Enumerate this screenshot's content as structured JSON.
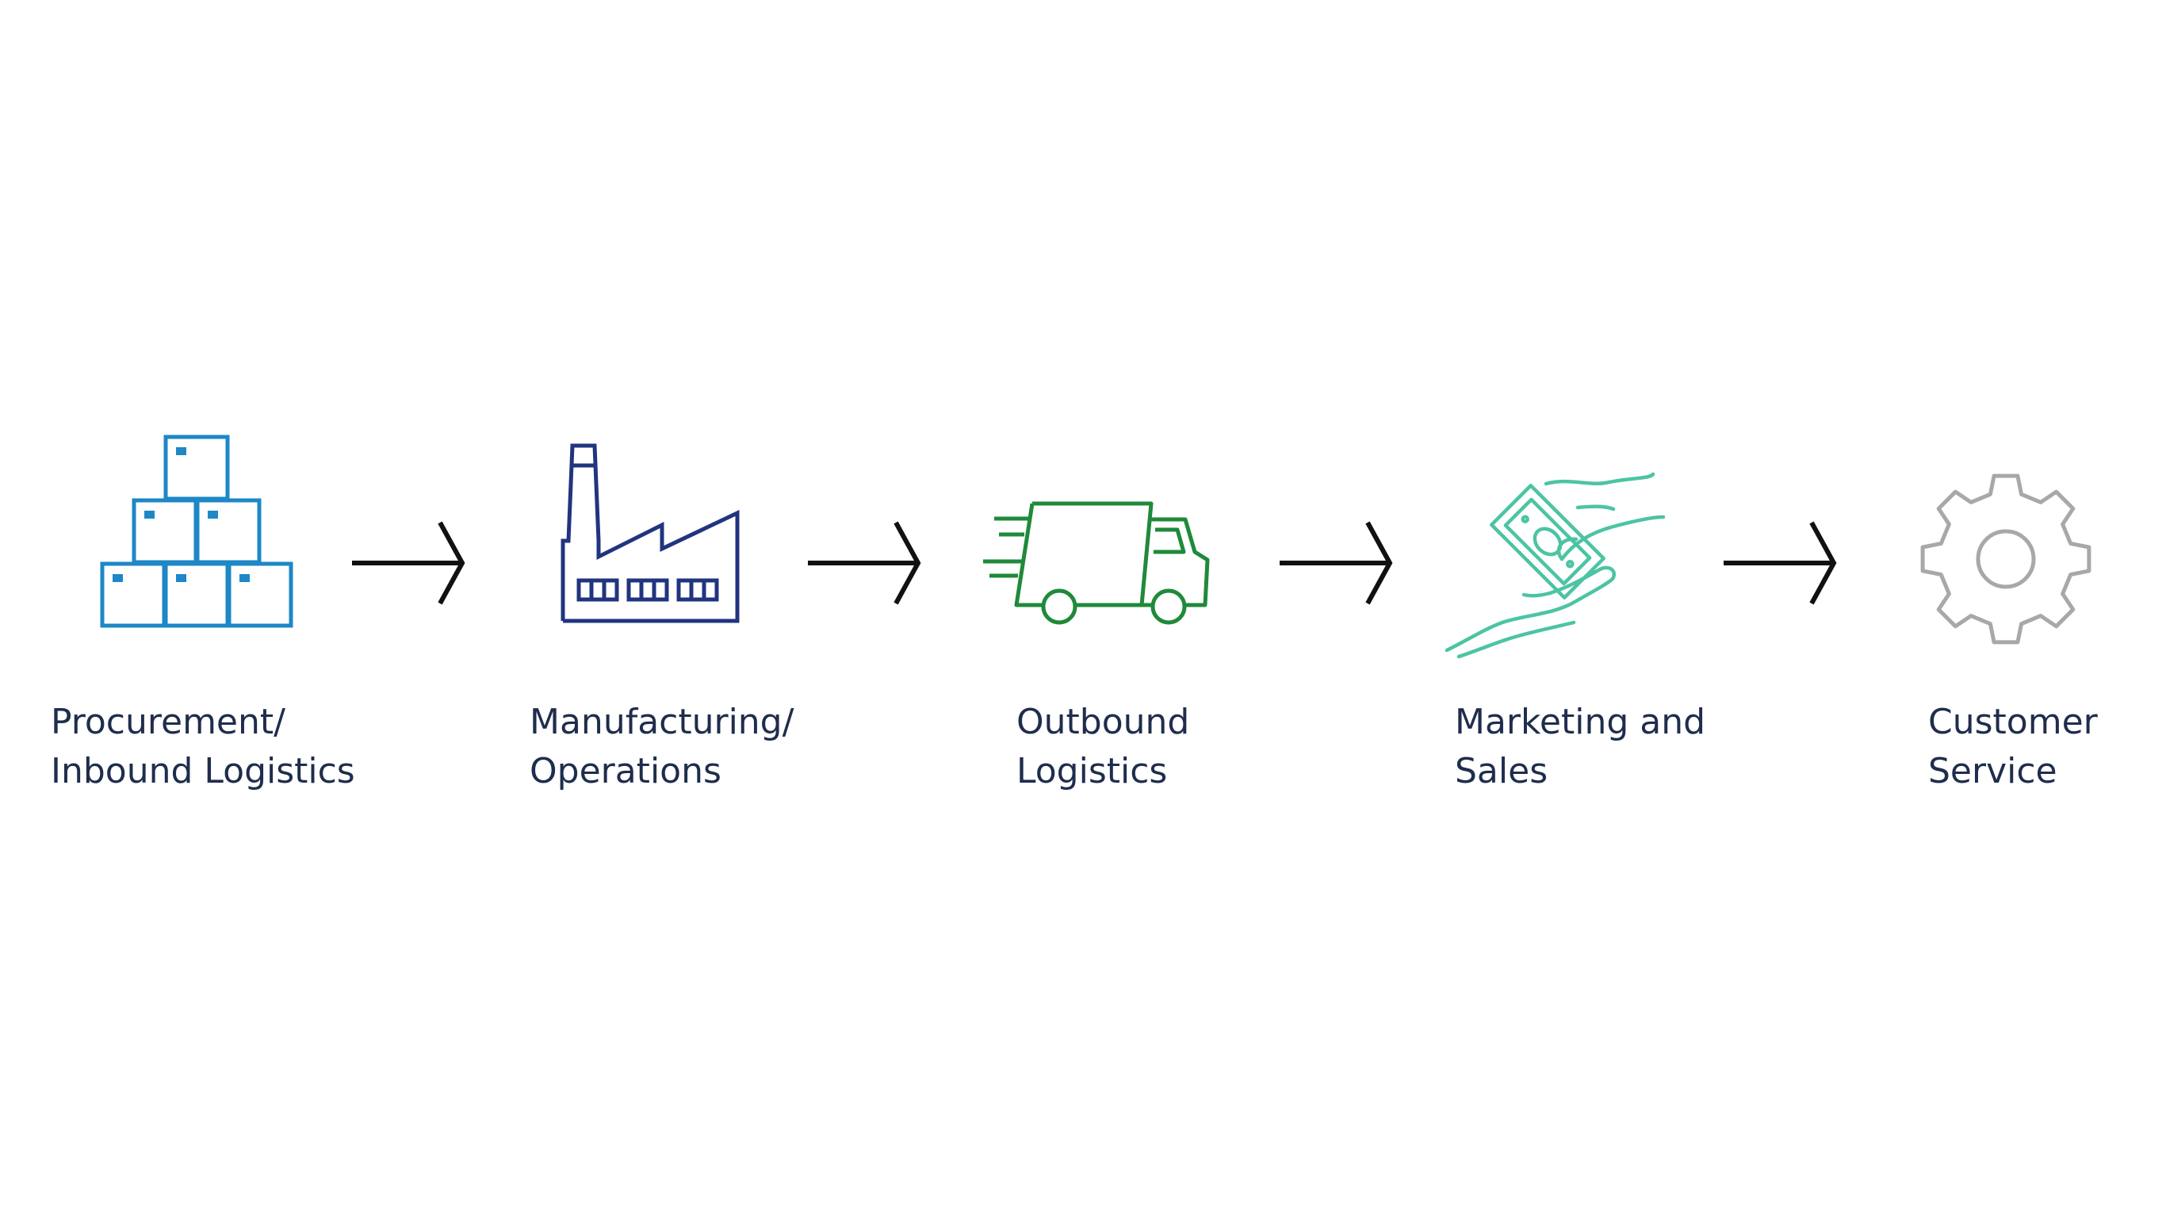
{
  "diagram": {
    "steps": [
      {
        "icon": "stacked-boxes-icon",
        "color": "#1e87c6",
        "label_lines": [
          "Procurement/",
          "Inbound Logistics"
        ]
      },
      {
        "icon": "factory-icon",
        "color": "#21347f",
        "label_lines": [
          "Manufacturing/",
          "Operations"
        ]
      },
      {
        "icon": "delivery-truck-icon",
        "color": "#1f8a3a",
        "label_lines": [
          "Outbound",
          "Logistics"
        ]
      },
      {
        "icon": "money-hand-icon",
        "color": "#4cc4a4",
        "label_lines": [
          "Marketing and",
          "Sales"
        ]
      },
      {
        "icon": "gear-icon",
        "color": "#a8a8a8",
        "label_lines": [
          "Customer",
          "Service"
        ]
      }
    ],
    "arrow_color": "#111111",
    "label_color": "#1f2d4d"
  }
}
